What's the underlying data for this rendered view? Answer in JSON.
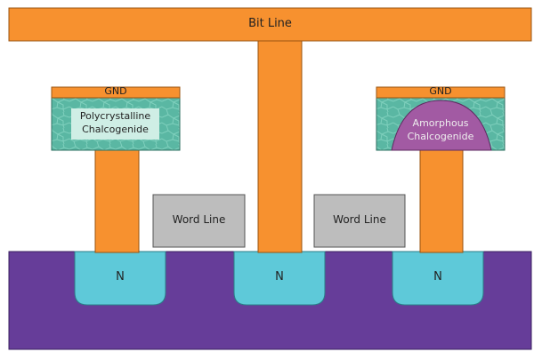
{
  "diagram": {
    "bit_line": "Bit Line",
    "left_cell": {
      "gnd": "GND",
      "material_line1": "Polycrystalline",
      "material_line2": "Chalcogenide"
    },
    "right_cell": {
      "gnd": "GND",
      "material_line1": "Amorphous",
      "material_line2": "Chalcogenide"
    },
    "word_line_left": "Word Line",
    "word_line_right": "Word Line",
    "n_left": "N",
    "n_middle": "N",
    "n_right": "N"
  },
  "colors": {
    "orange": "#f7912f",
    "purple_substrate": "#663d99",
    "cyan_n": "#5ec9d9",
    "gray_word_line": "#bdbdbd",
    "teal_polycrystal": "#5ab7a3",
    "magenta_amorphous": "#a25aa3"
  }
}
